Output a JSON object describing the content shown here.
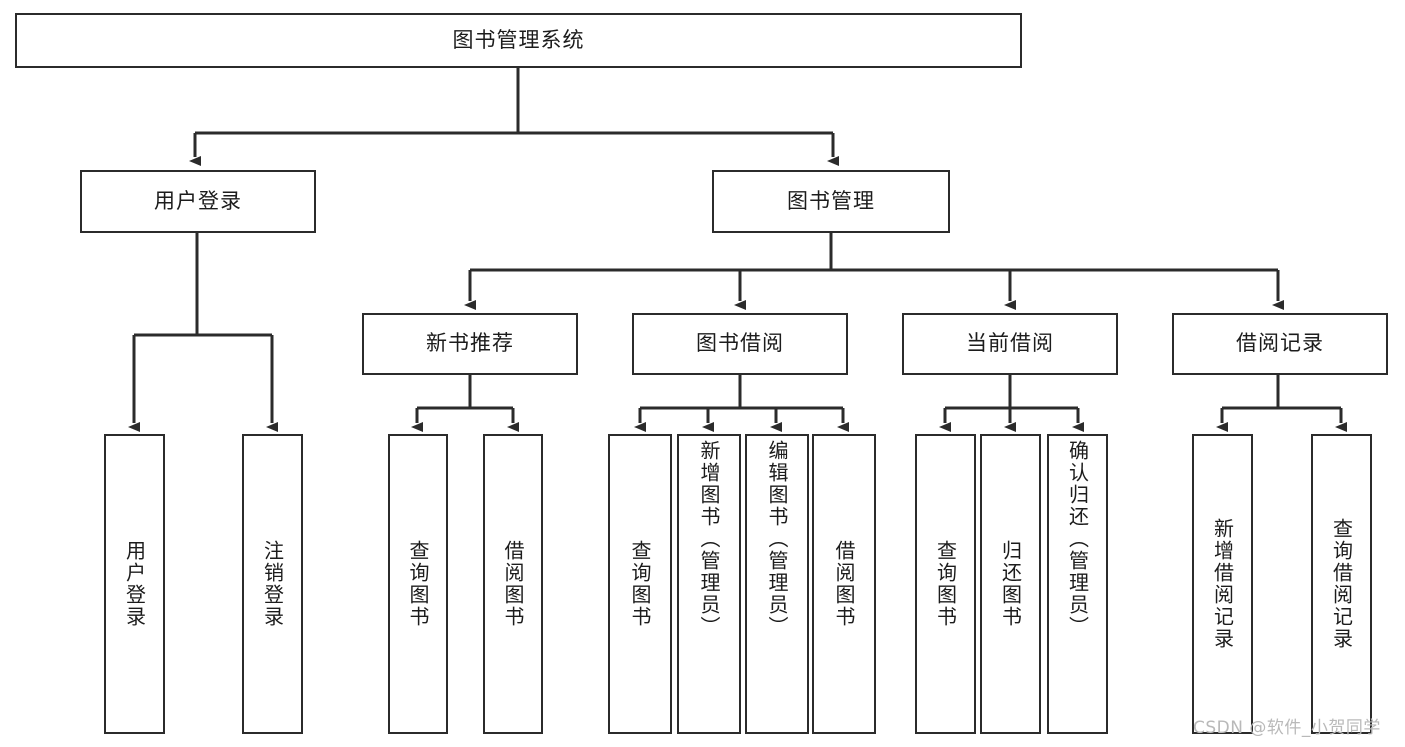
{
  "diagram": {
    "title": "图书管理系统",
    "type": "tree-hierarchy-chart",
    "root": {
      "id": "root",
      "label": "图书管理系统"
    },
    "level2": [
      {
        "id": "user-login",
        "label": "用户登录"
      },
      {
        "id": "book-manage",
        "label": "图书管理"
      }
    ],
    "level3": [
      {
        "id": "new-book-recommend",
        "label": "新书推荐",
        "parent": "book-manage"
      },
      {
        "id": "book-borrow",
        "label": "图书借阅",
        "parent": "book-manage"
      },
      {
        "id": "current-borrow",
        "label": "当前借阅",
        "parent": "book-manage"
      },
      {
        "id": "borrow-record",
        "label": "借阅记录",
        "parent": "book-manage"
      }
    ],
    "leaves": [
      {
        "id": "leaf-user-login",
        "label": "用户登录",
        "parent": "user-login"
      },
      {
        "id": "leaf-logout",
        "label": "注销登录",
        "parent": "user-login"
      },
      {
        "id": "leaf-query-book-1",
        "label": "查询图书",
        "parent": "new-book-recommend"
      },
      {
        "id": "leaf-borrow-book-1",
        "label": "借阅图书",
        "parent": "new-book-recommend"
      },
      {
        "id": "leaf-query-book-2",
        "label": "查询图书",
        "parent": "book-borrow"
      },
      {
        "id": "leaf-add-book",
        "label": "新增图书（管理员）",
        "parent": "book-borrow"
      },
      {
        "id": "leaf-edit-book",
        "label": "编辑图书（管理员）",
        "parent": "book-borrow"
      },
      {
        "id": "leaf-borrow-book-2",
        "label": "借阅图书",
        "parent": "book-borrow"
      },
      {
        "id": "leaf-query-book-3",
        "label": "查询图书",
        "parent": "current-borrow"
      },
      {
        "id": "leaf-return-book",
        "label": "归还图书",
        "parent": "current-borrow"
      },
      {
        "id": "leaf-confirm-return",
        "label": "确认归还（管理员）",
        "parent": "current-borrow"
      },
      {
        "id": "leaf-add-record",
        "label": "新增借阅记录",
        "parent": "borrow-record"
      },
      {
        "id": "leaf-query-record",
        "label": "查询借阅记录",
        "parent": "borrow-record"
      }
    ],
    "colors": {
      "stroke": "#2b2b2b",
      "fill": "#ffffff",
      "text": "#1c1c1c",
      "watermark": "#b9b9b9"
    }
  },
  "watermark": {
    "text": "CSDN @软件_小贺同学"
  }
}
